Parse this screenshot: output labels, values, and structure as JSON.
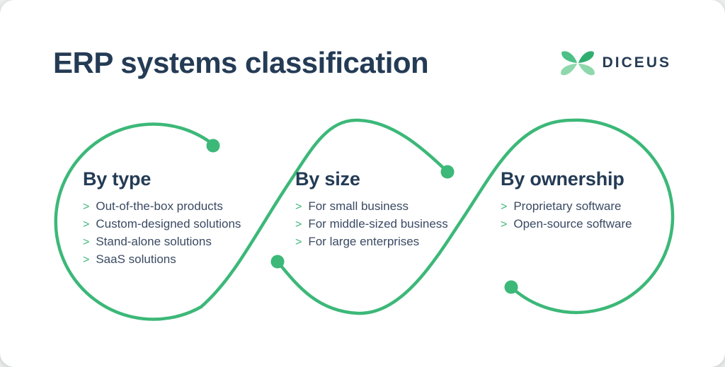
{
  "card": {
    "title": "ERP systems classification",
    "brand": {
      "name": "DICEUS",
      "icon": "butterfly-icon"
    }
  },
  "sections": [
    {
      "heading": "By type",
      "items": [
        "Out-of-the-box products",
        "Custom-designed solutions",
        "Stand-alone solutions",
        "SaaS solutions"
      ]
    },
    {
      "heading": "By size",
      "items": [
        "For small business",
        "For middle-sized business",
        "For large enterprises"
      ]
    },
    {
      "heading": "By ownership",
      "items": [
        "Proprietary software",
        "Open-source software"
      ]
    }
  ],
  "ui": {
    "bullet_glyph": ">"
  },
  "colors": {
    "accent_green": "#3CB878",
    "logo_light_green": "#8FD8AC",
    "logo_mid_green": "#43BC81",
    "heading_navy": "#243B55",
    "item_text": "#3A4A63",
    "card_bg": "#FFFFFF",
    "page_bg": "#EEF0F0"
  }
}
